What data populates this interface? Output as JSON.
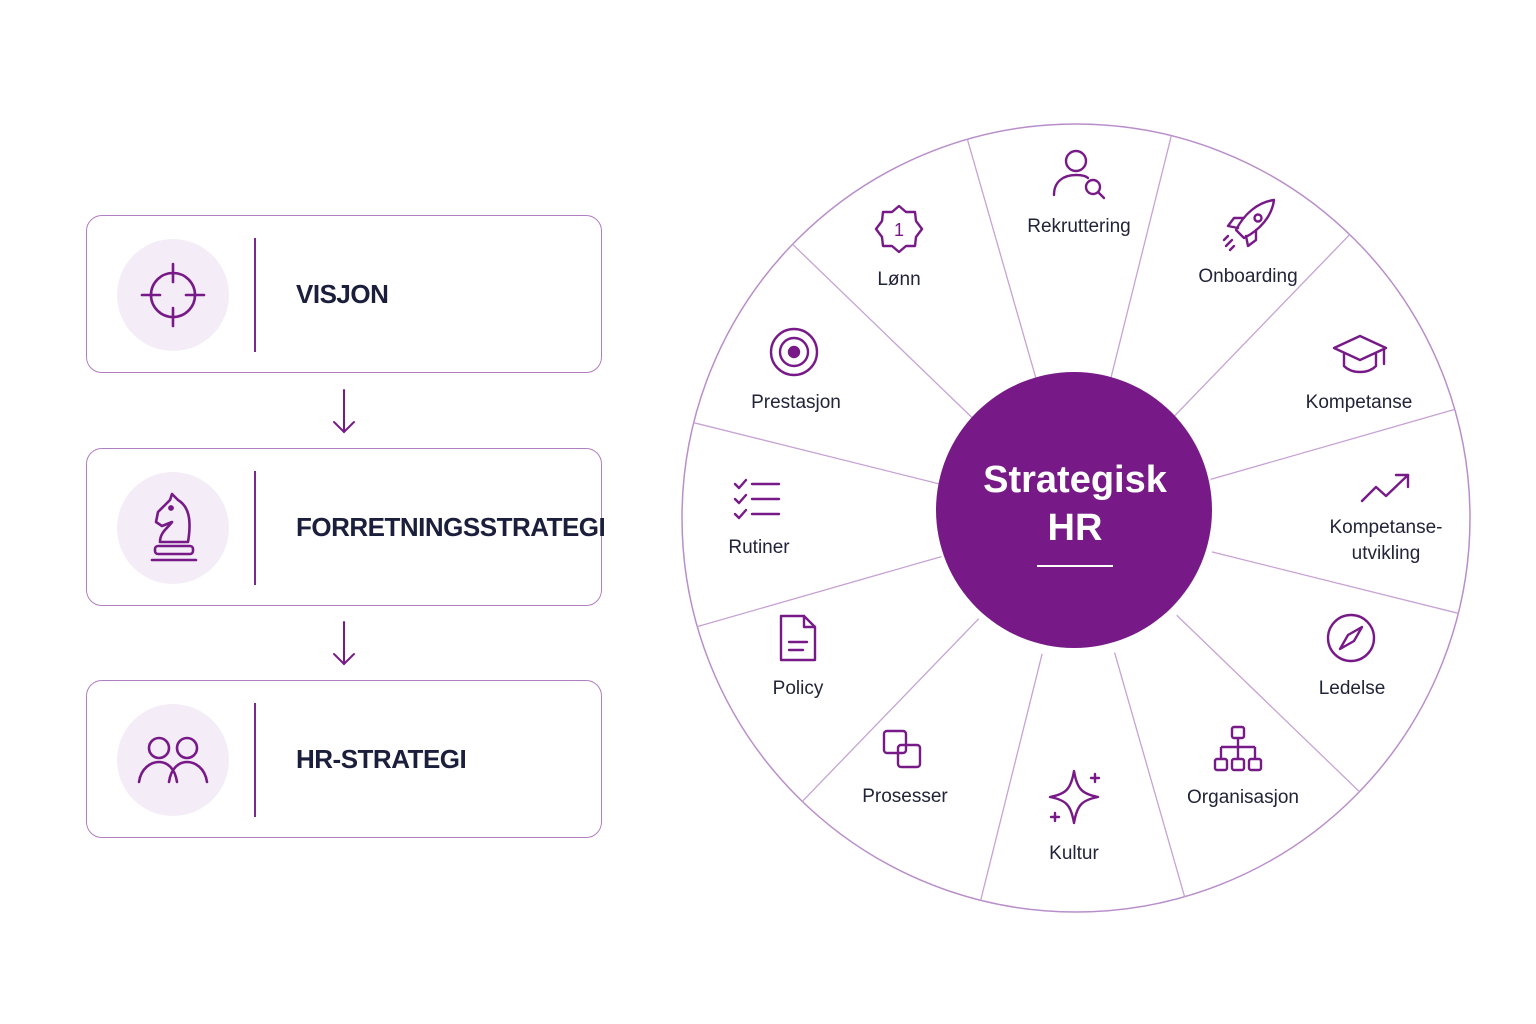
{
  "colors": {
    "accent": "#771a87",
    "accent_light": "#f4ecf7",
    "border": "#b07fc0",
    "text": "#1b1f3b"
  },
  "flow": {
    "levels": [
      {
        "label": "VISJON",
        "icon": "target-crosshair-icon"
      },
      {
        "label": "FORRETNINGSSTRATEGI",
        "icon": "chess-knight-icon"
      },
      {
        "label": "HR-STRATEGI",
        "icon": "people-icon"
      }
    ]
  },
  "wheel": {
    "center": {
      "line1": "Strategisk",
      "line2": "HR"
    },
    "segments": [
      {
        "label": "Rekruttering",
        "icon": "user-search-icon"
      },
      {
        "label": "Onboarding",
        "icon": "rocket-icon"
      },
      {
        "label": "Kompetanse",
        "icon": "graduation-cap-icon"
      },
      {
        "label": "Kompetanse-",
        "label2": "utvikling",
        "icon": "trend-up-icon"
      },
      {
        "label": "Ledelse",
        "icon": "compass-icon"
      },
      {
        "label": "Organisasjon",
        "icon": "org-chart-icon"
      },
      {
        "label": "Kultur",
        "icon": "sparkle-icon"
      },
      {
        "label": "Prosesser",
        "icon": "overlapping-squares-icon"
      },
      {
        "label": "Policy",
        "icon": "document-icon"
      },
      {
        "label": "Rutiner",
        "icon": "checklist-icon"
      },
      {
        "label": "Prestasjon",
        "icon": "bullseye-icon"
      },
      {
        "label": "Lønn",
        "icon": "badge-number-icon"
      }
    ]
  }
}
